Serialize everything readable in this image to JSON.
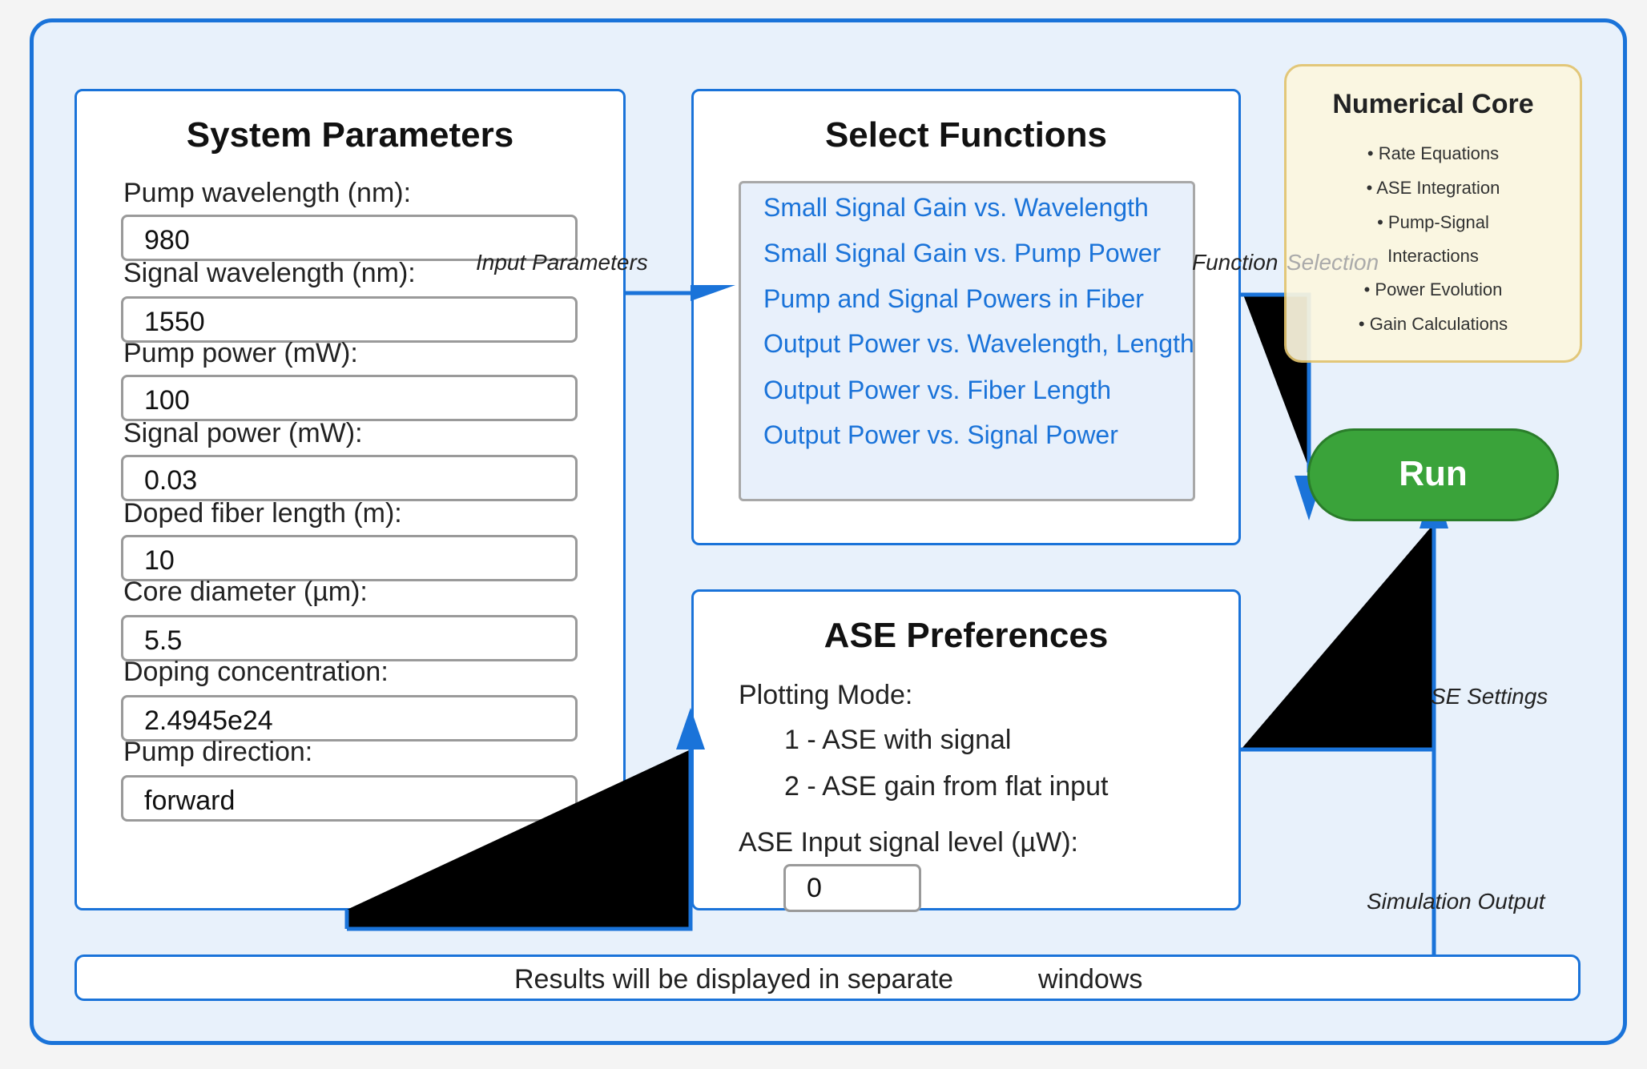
{
  "system_parameters": {
    "title": "System Parameters",
    "params": [
      {
        "label": "Pump wavelength (nm):",
        "value": "980"
      },
      {
        "label": "Signal wavelength (nm):",
        "value": "1550"
      },
      {
        "label": "Pump power (mW):",
        "value": "100"
      },
      {
        "label": "Signal power (mW):",
        "value": "0.03"
      },
      {
        "label": "Doped fiber length (m):",
        "value": "10"
      },
      {
        "label": "Core diameter (µm):",
        "value": "5.5"
      },
      {
        "label": "Doping concentration:",
        "value": "2.4945e24"
      },
      {
        "label": "Pump direction:",
        "value": "forward"
      }
    ]
  },
  "select_functions": {
    "title": "Select Functions",
    "items": [
      "Small Signal Gain vs. Wavelength",
      "Small Signal Gain vs. Pump Power",
      "Pump and Signal Powers in Fiber",
      "Output Power vs. Wavelength, Length",
      "Output Power vs. Fiber Length",
      "Output Power vs. Signal Power"
    ]
  },
  "ase_preferences": {
    "title": "ASE Preferences",
    "plotting_mode_label": "Plotting Mode:",
    "mode_1": "1 - ASE with signal",
    "mode_2": "2 - ASE gain from flat input",
    "input_level_label": "ASE Input signal level (µW):",
    "input_level_value": "0"
  },
  "numerical_core": {
    "title": "Numerical Core",
    "items": [
      "• Rate Equations",
      "• ASE Integration",
      "• Pump-Signal",
      "Interactions",
      "• Power Evolution",
      "• Gain Calculations"
    ]
  },
  "run_button": {
    "label": "Run"
  },
  "results": {
    "text_part1": "Results will be displayed in separate",
    "text_part2": "windows"
  },
  "flow_labels": {
    "input_parameters": "Input Parameters",
    "function": "Function",
    "selection": "Selection",
    "ase_settings": "SE Settings",
    "simulation_output": "Simulation Output"
  },
  "colors": {
    "accent": "#1a73d9",
    "run": "#3aa33a",
    "core_bg": "#fcf7df",
    "background": "#e8f1fb"
  }
}
